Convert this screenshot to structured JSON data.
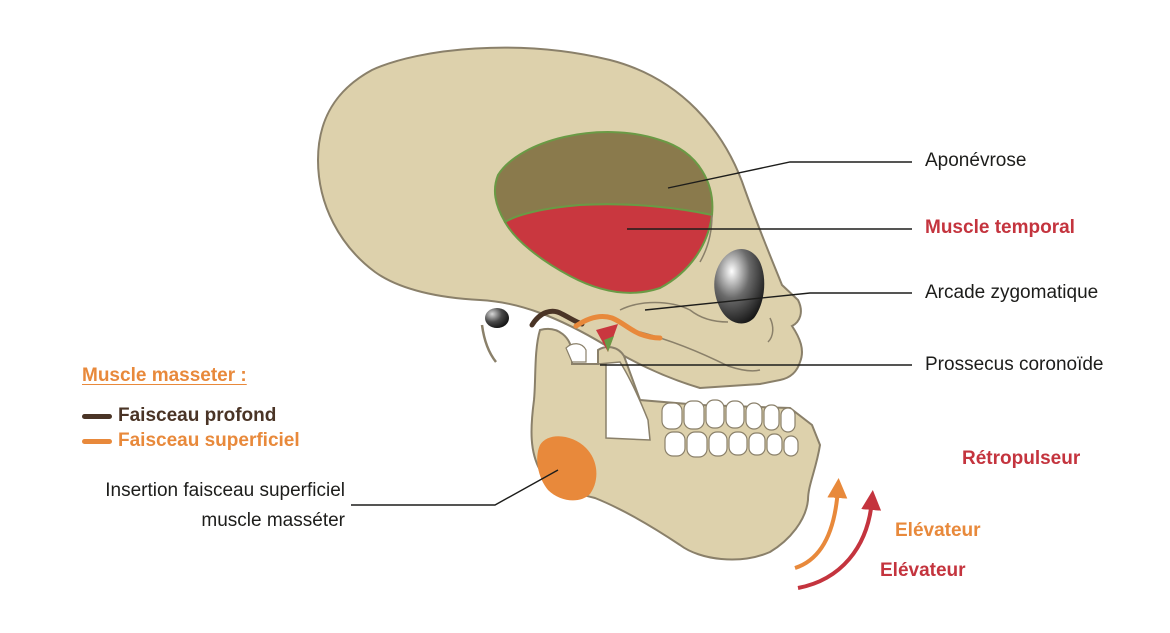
{
  "labels": {
    "aponevrose": "Aponévrose",
    "muscle_temporal": "Muscle temporal",
    "arcade_zygomatique": "Arcade zygomatique",
    "processus_coronoide": "Prossecus coronoïde",
    "retropulseur": "Rétropulseur",
    "elevateur_orange": "Elévateur",
    "elevateur_red": "Elévateur",
    "insertion_line1": "Insertion faisceau superficiel",
    "insertion_line2": "muscle masséter"
  },
  "legend": {
    "title": "Muscle masseter :",
    "items": [
      {
        "label": "Faisceau profond",
        "color": "#4a3426"
      },
      {
        "label": "Faisceau superficiel",
        "color": "#e8893b"
      }
    ]
  },
  "colors": {
    "bone": "#ddd1ac",
    "bone_outline": "#8a806a",
    "temporal_muscle": "#c9373f",
    "aponeurosis": "#8a7a4c",
    "aponeurosis_edge": "#6a9a45",
    "masseter_superficial": "#e8893b",
    "masseter_deep": "#4a3426",
    "arrow_orange": "#e8893b",
    "arrow_red": "#c4343e"
  }
}
